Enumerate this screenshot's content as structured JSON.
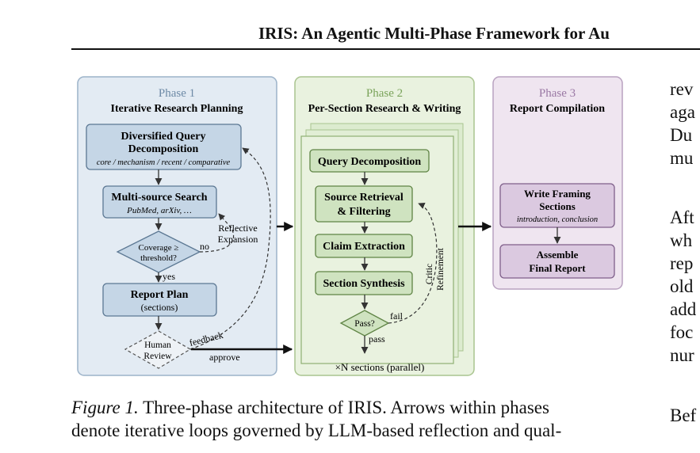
{
  "running_head": "IRIS: An Agentic Multi-Phase Framework for Au",
  "phase1": {
    "title": "Phase 1",
    "subtitle": "Iterative Research Planning",
    "query_box": "Diversified Query",
    "query_box2": "Decomposition",
    "query_sub": "core / mechanism / recent / comparative",
    "search_box": "Multi-source Search",
    "search_sub": "PubMed, arXiv, …",
    "coverage1": "Coverage ≥",
    "coverage2": "threshold?",
    "no": "no",
    "yes": "yes",
    "reflective1": "Reflective",
    "reflective2": "Expansion",
    "plan1": "Report Plan",
    "plan2": "(sections)",
    "human1": "Human",
    "human2": "Review",
    "feedback": "feedback",
    "approve": "approve"
  },
  "phase2": {
    "title": "Phase 2",
    "subtitle": "Per-Section Research & Writing",
    "step1": "Query Decomposition",
    "step2a": "Source Retrieval",
    "step2b": "& Filtering",
    "step3": "Claim Extraction",
    "step4": "Section Synthesis",
    "pass_q": "Pass?",
    "fail": "fail",
    "pass": "pass",
    "critic1": "Critic",
    "critic2": "Refinement",
    "footer": "×N sections (parallel)"
  },
  "phase3": {
    "title": "Phase 3",
    "subtitle": "Report Compilation",
    "write1": "Write Framing",
    "write2": "Sections",
    "write_sub": "introduction, conclusion",
    "assemble1": "Assemble",
    "assemble2": "Final Report"
  },
  "caption": {
    "label": "Figure 1.",
    "text1": "Three-phase architecture of IRIS. Arrows within phases",
    "text2": "denote iterative loops governed by LLM-based reflection and qual-"
  },
  "right_column": [
    "rev",
    "aga",
    "Du",
    "mu",
    "Aft",
    "wh",
    "rep",
    "old",
    "add",
    "foc",
    "nur",
    "Bef"
  ],
  "colors": {
    "phase1_bg": "#e3ebf3",
    "phase1_border": "#9cb3c9",
    "phase1_box": "#c5d6e6",
    "phase2_bg": "#e9f2df",
    "phase2_border": "#a9c48f",
    "phase2_box": "#cfe3c0",
    "phase3_bg": "#efe5f0",
    "phase3_border": "#b9a2c0",
    "phase3_box": "#dbc9e0"
  }
}
